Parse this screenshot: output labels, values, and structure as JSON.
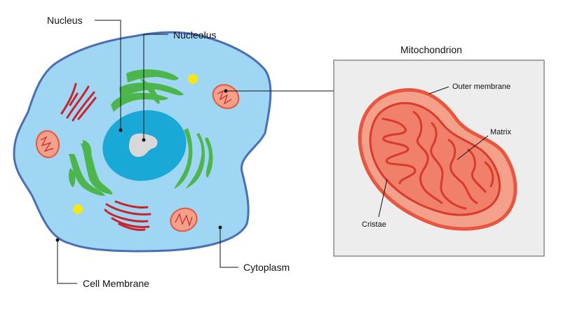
{
  "labels": {
    "nucleus": "Nucleus",
    "nucleolus": "Nucleolus",
    "cell_membrane": "Cell Membrane",
    "cytoplasm": "Cytoplasm",
    "mitochondrion_title": "Mitochondrion",
    "outer_membrane": "Outer membrane",
    "matrix": "Matrix",
    "cristae": "Cristae"
  },
  "colors": {
    "cytoplasm_fill": "#9fd6f3",
    "cell_membrane_stroke": "#4a6fb5",
    "nucleus_fill": "#1aa9d6",
    "nucleolus_fill": "#d8d8d8",
    "golgi_green": "#4cb64c",
    "er_red": "#c8242b",
    "mito_fill": "#f4a08b",
    "mito_stroke": "#e8563f",
    "vesicle_yellow": "#f5e617",
    "inset_bg": "#ededed"
  }
}
